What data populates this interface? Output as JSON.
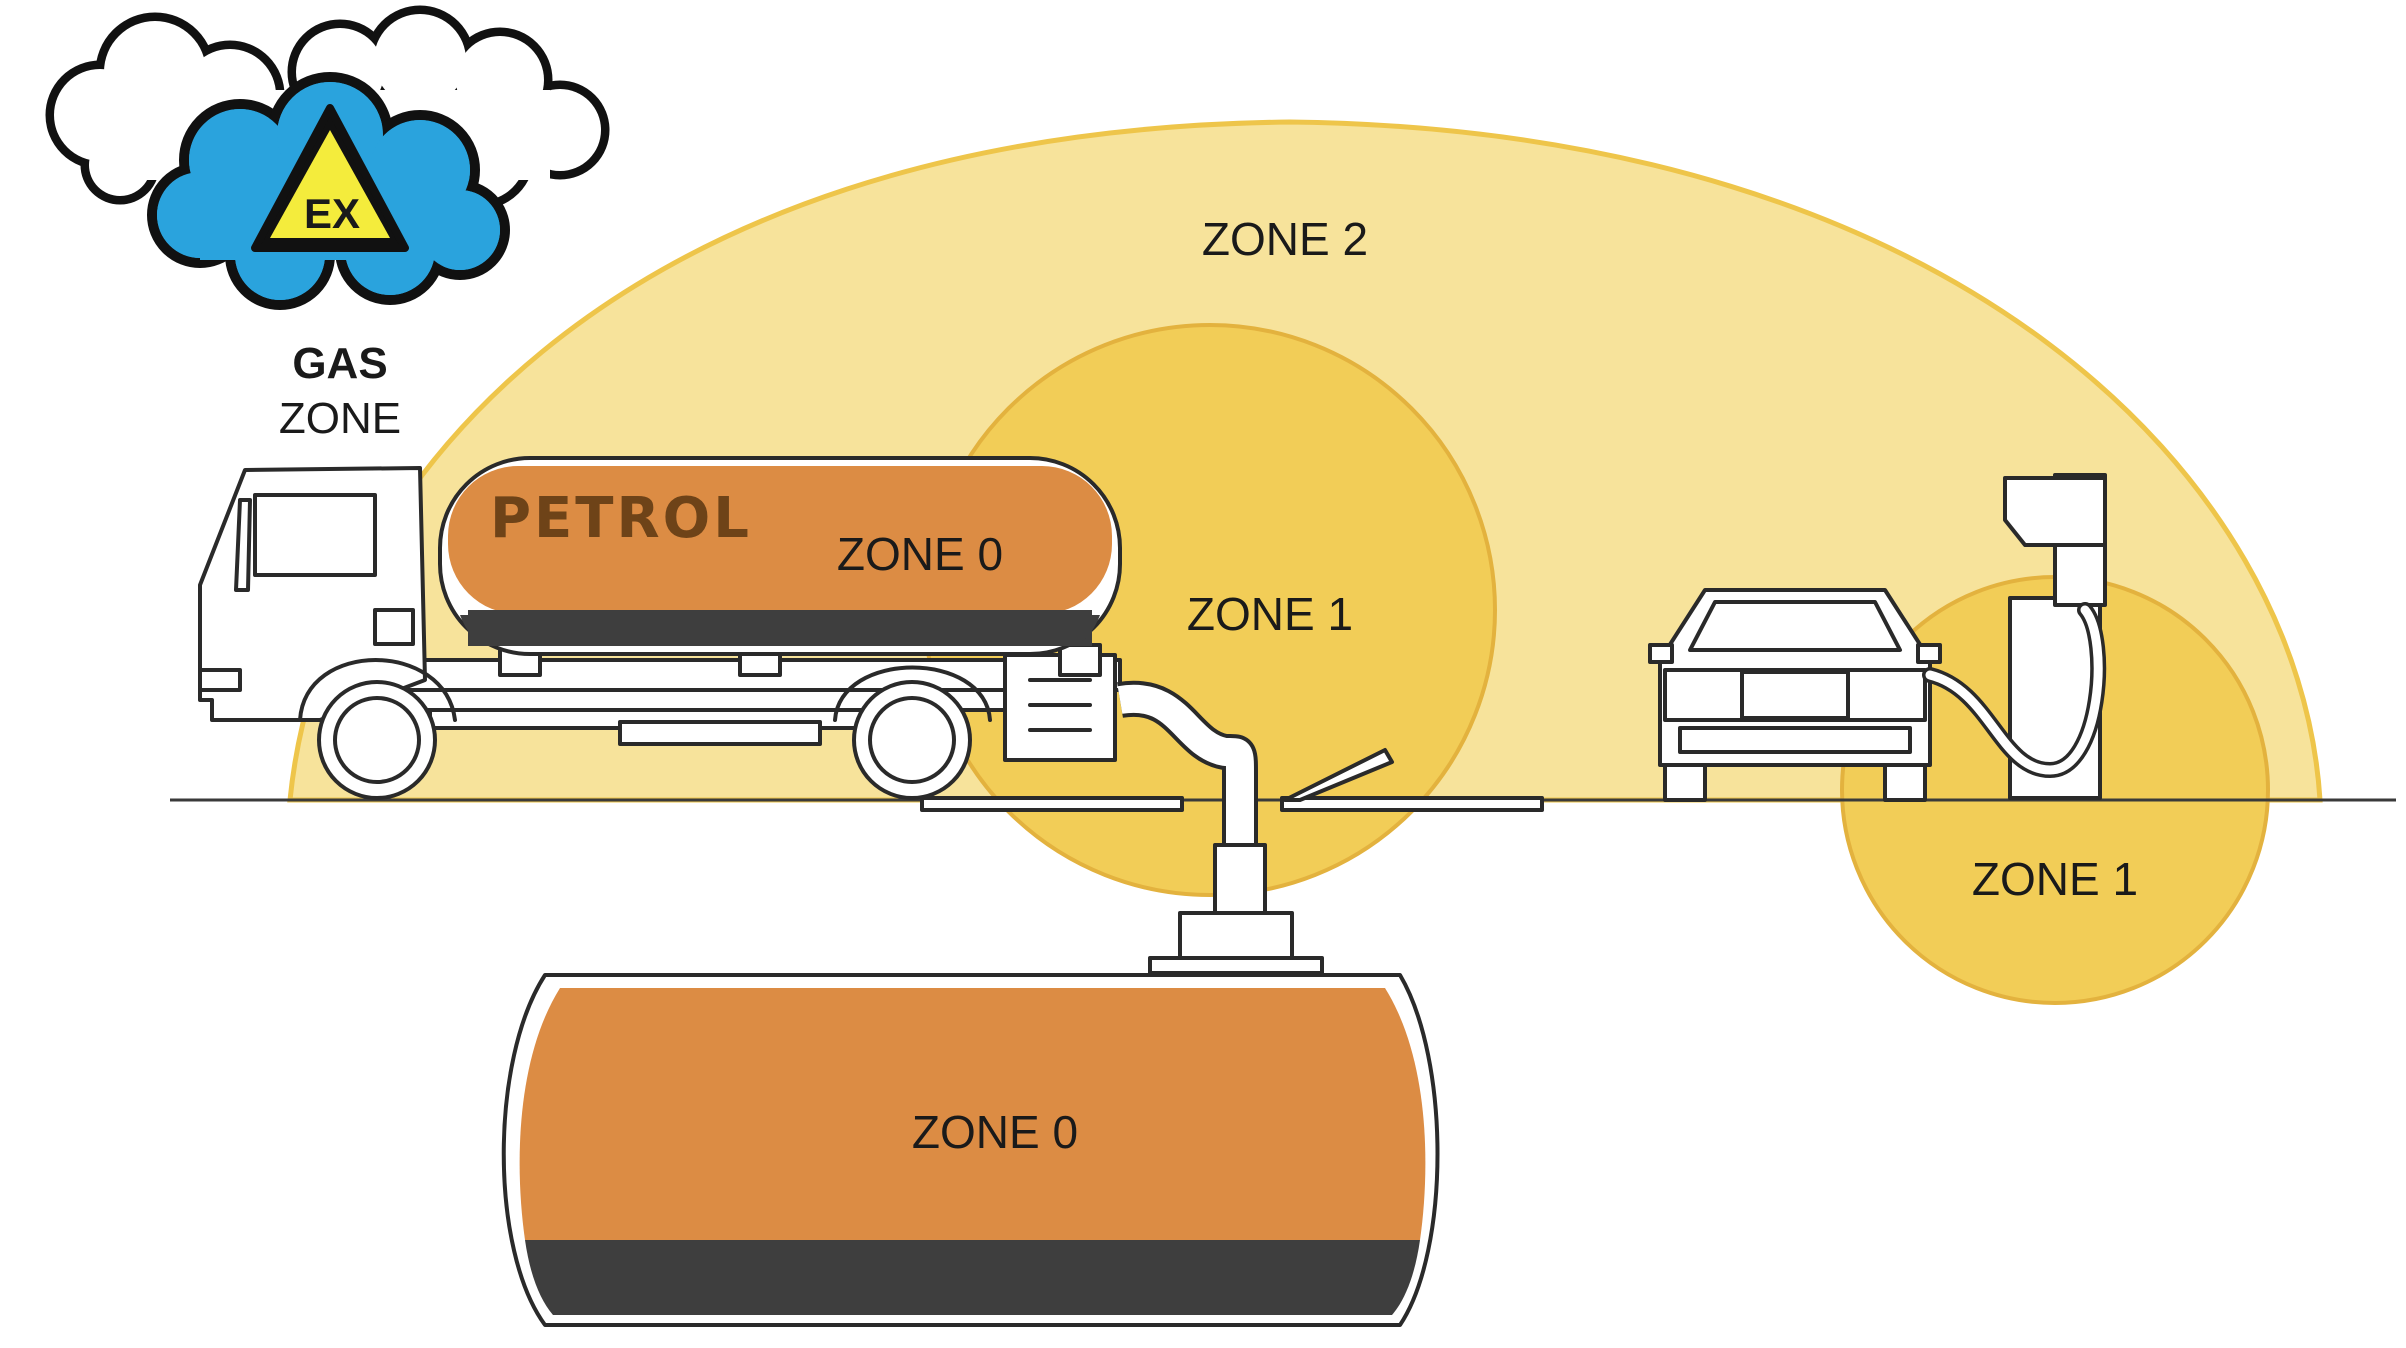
{
  "diagram": {
    "badge": {
      "symbol_text": "EX",
      "title_bold": "GAS",
      "title_regular": "ZONE"
    },
    "labels": {
      "outer_zone": "ZONE 2",
      "truck_tank_zone": "ZONE 0",
      "fill_point_zone": "ZONE 1",
      "pump_zone": "ZONE 1",
      "underground_tank_zone": "ZONE 0"
    },
    "truck_tank_marking": "PETROL",
    "colors": {
      "zone2_fill": "#f7e39b",
      "zone2_edge": "#eec54a",
      "zone1_fill": "#f2cd57",
      "zone1_edge": "#e3b23e",
      "zone0_fill": "#dc8c44",
      "tank_band": "#3e3e3e",
      "cloud_fill": "#2aa3dd",
      "warning_triangle": "#f4ec3c"
    }
  }
}
